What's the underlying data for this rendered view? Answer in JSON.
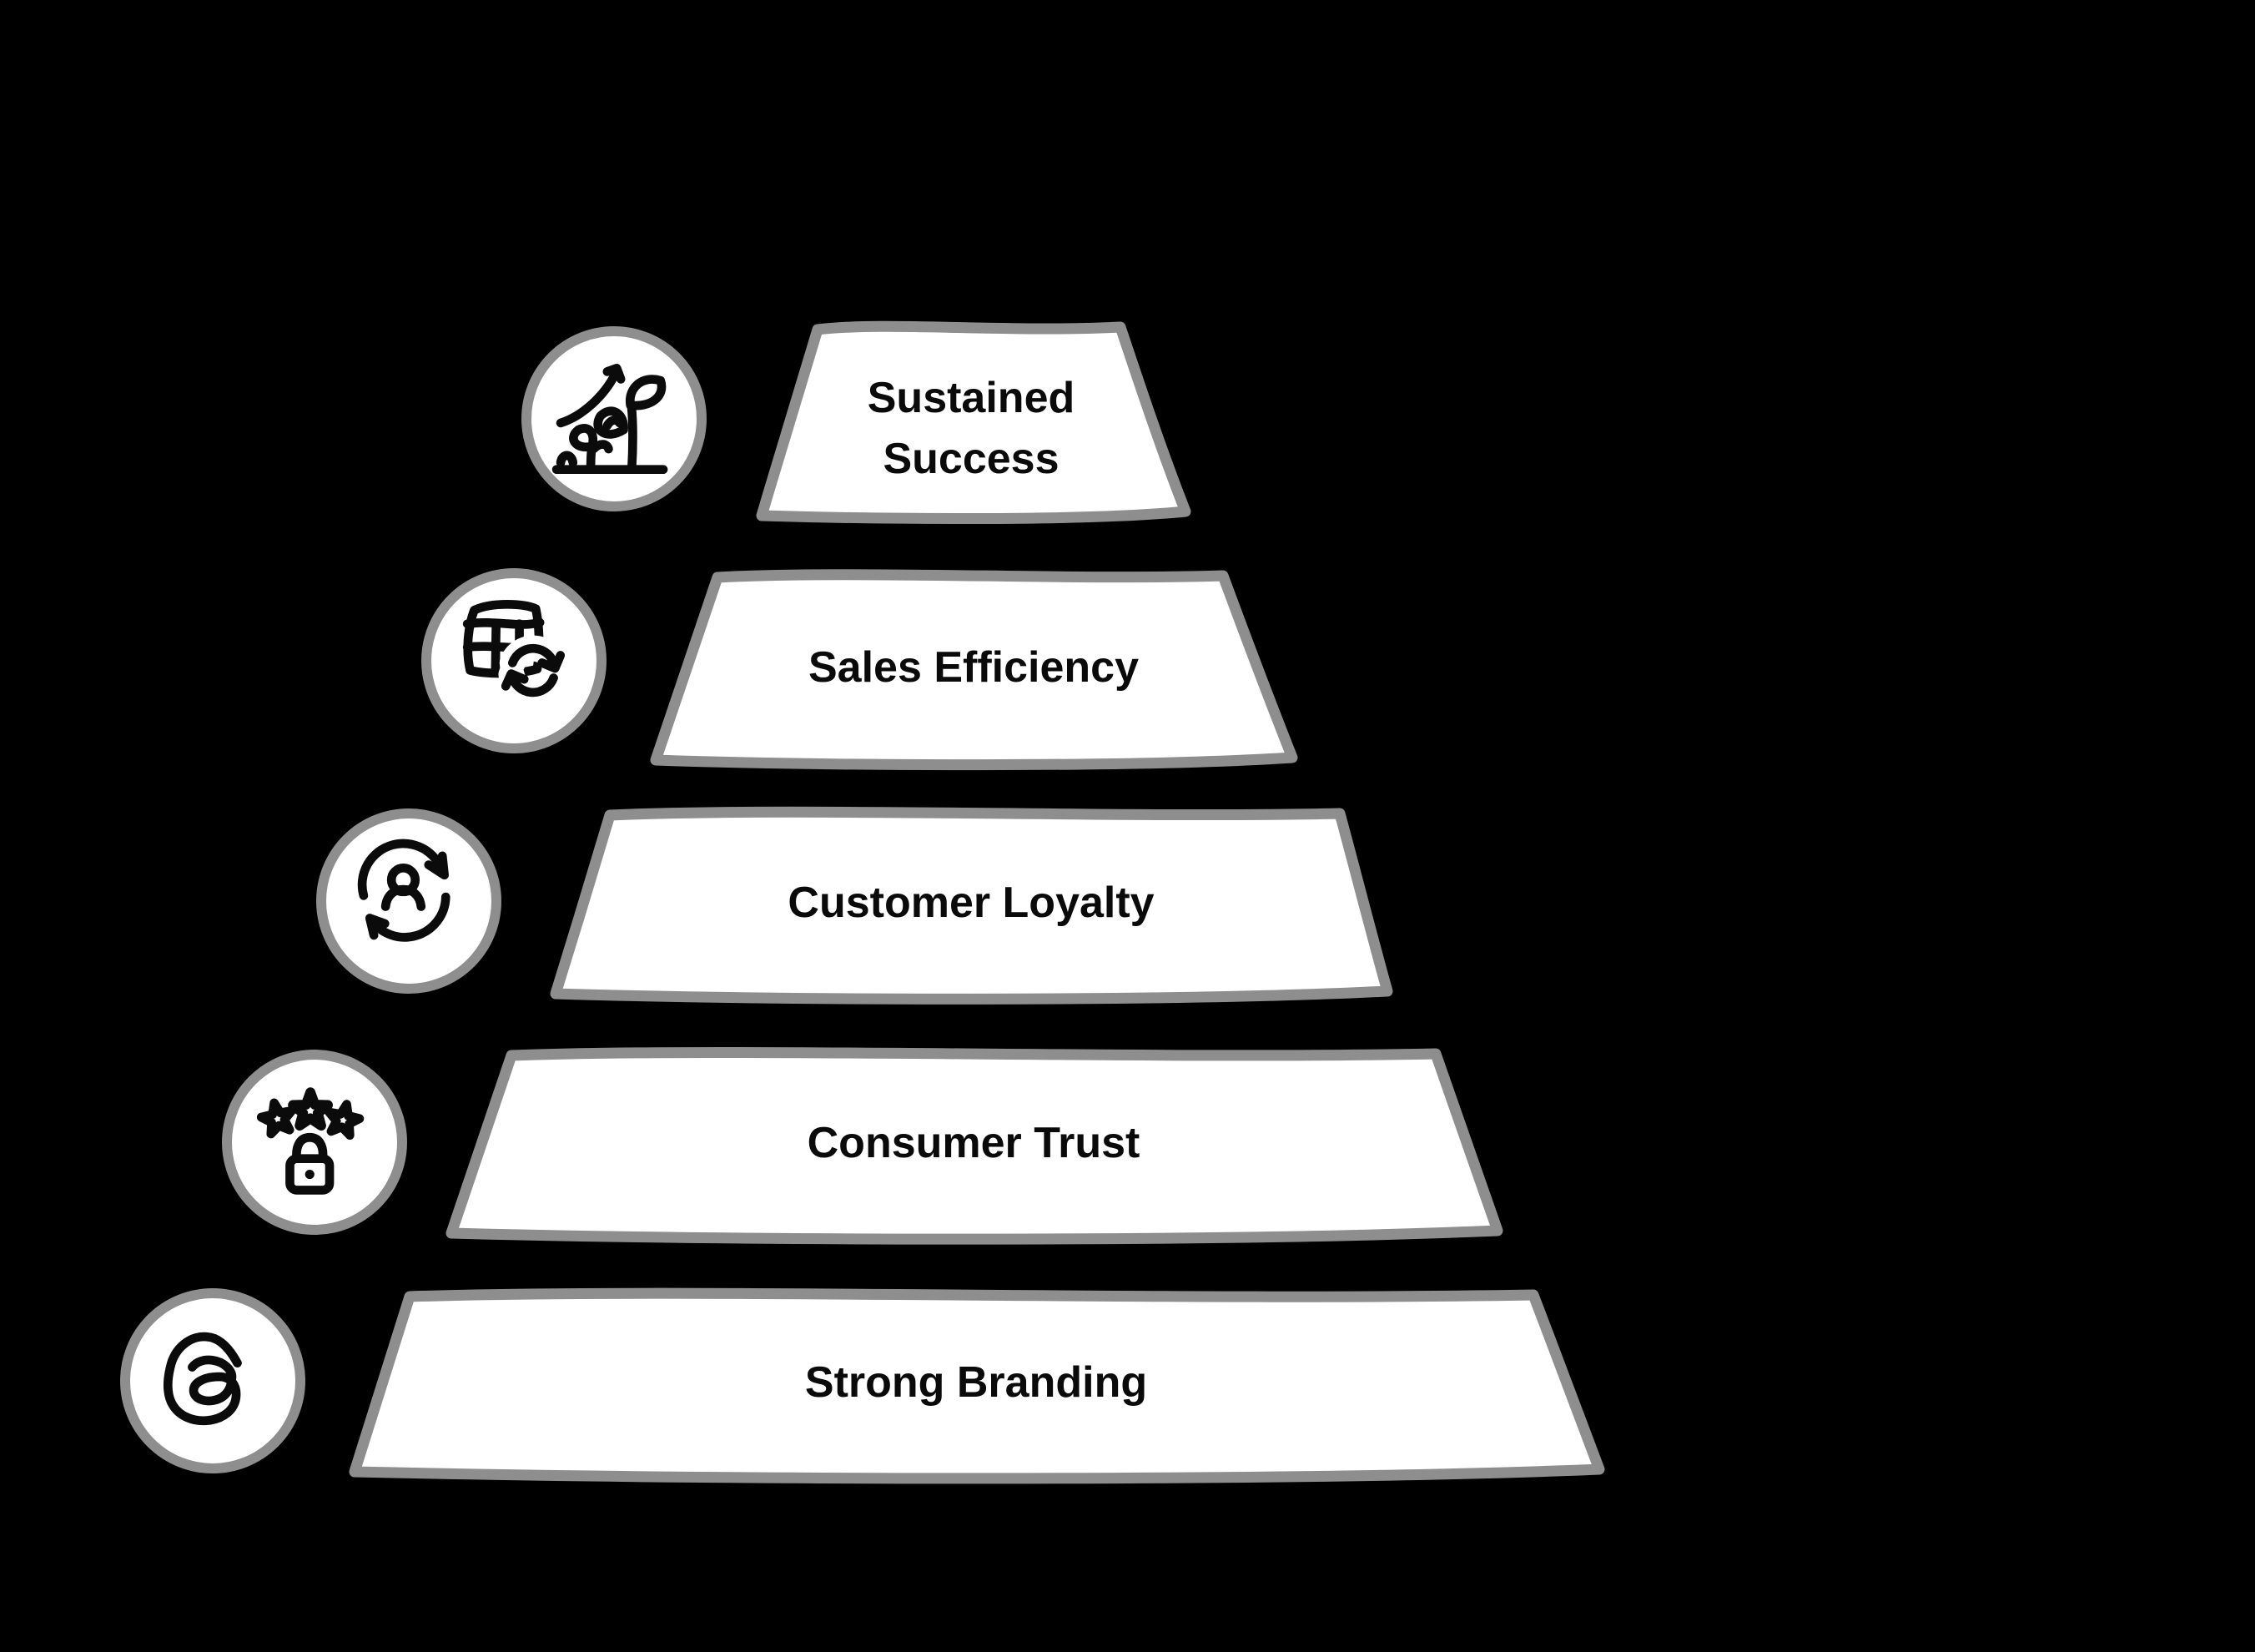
{
  "diagram": {
    "type": "pyramid",
    "levels": [
      {
        "label": "Sustained Success",
        "icon": "growth-plant-icon"
      },
      {
        "label": "Sales Efficiency",
        "icon": "table-sync-icon"
      },
      {
        "label": "Customer Loyalty",
        "icon": "person-cycle-icon"
      },
      {
        "label": "Consumer Trust",
        "icon": "stars-lock-icon"
      },
      {
        "label": "Strong Branding",
        "icon": "brand-scribble-icon"
      }
    ]
  },
  "colors": {
    "background": "#000000",
    "shape_fill": "#ffffff",
    "shape_border": "#8e8e8e",
    "icon_stroke": "#0b0b0b",
    "label_text": "#0a0a0a"
  }
}
